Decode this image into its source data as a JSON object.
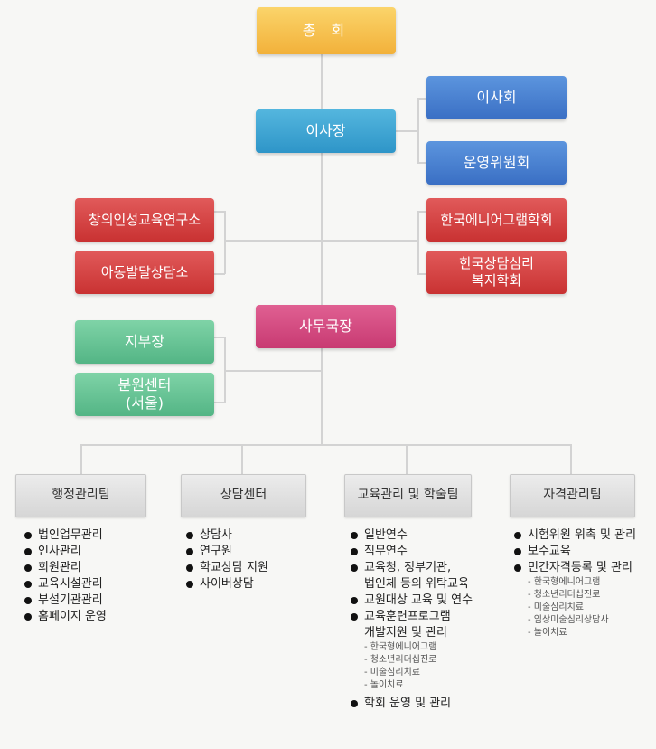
{
  "top": {
    "general_assembly": "총 회"
  },
  "chairman": "이사장",
  "board": {
    "directors": "이사회",
    "steering": "운영위원회"
  },
  "left_institutes": [
    "창의인성교육연구소",
    "아동발달상담소"
  ],
  "societies": {
    "enneagram": "한국에니어그램학회",
    "counseling_line1": "한국상담심리",
    "counseling_line2": "복지학회"
  },
  "secretary_general": "사무국장",
  "branches": {
    "branch": "지부장",
    "sub_line1": "분원센터",
    "sub_line2": "(서울)"
  },
  "teams": [
    {
      "name": "행정관리팀",
      "items": [
        {
          "type": "main",
          "text": "법인업무관리"
        },
        {
          "type": "main",
          "text": "인사관리"
        },
        {
          "type": "main",
          "text": "회원관리"
        },
        {
          "type": "main",
          "text": "교육시설관리"
        },
        {
          "type": "main",
          "text": "부설기관관리"
        },
        {
          "type": "main",
          "text": "홈페이지 운영"
        }
      ]
    },
    {
      "name": "상담센터",
      "items": [
        {
          "type": "main",
          "text": "상담사"
        },
        {
          "type": "main",
          "text": "연구원"
        },
        {
          "type": "main",
          "text": "학교상담 지원"
        },
        {
          "type": "main",
          "text": "사이버상담"
        }
      ]
    },
    {
      "name": "교육관리 및 학술팀",
      "items": [
        {
          "type": "main",
          "text": "일반연수"
        },
        {
          "type": "main",
          "text": "직무연수"
        },
        {
          "type": "main",
          "text": "교육청, 정부기관,",
          "text2": "법인체 등의 위탁교육"
        },
        {
          "type": "main",
          "text": "교원대상 교육 및 연수"
        },
        {
          "type": "main",
          "text": "교육훈련프로그램",
          "text2": "개발지원 및 관리"
        },
        {
          "type": "sub",
          "text": "- 한국형에니어그램"
        },
        {
          "type": "sub",
          "text": "- 청소년리더십진로"
        },
        {
          "type": "sub",
          "text": "- 미술심리치료"
        },
        {
          "type": "sub",
          "text": "- 놀이치료"
        },
        {
          "type": "main",
          "text": "학회 운영 및 관리"
        }
      ]
    },
    {
      "name": "자격관리팀",
      "items": [
        {
          "type": "main",
          "text": "시험위원 위촉 및 관리"
        },
        {
          "type": "main",
          "text": "보수교육"
        },
        {
          "type": "main",
          "text": "민간자격등록 및 관리"
        },
        {
          "type": "sub",
          "text": "- 한국형에니어그램"
        },
        {
          "type": "sub",
          "text": "- 청소년리더십진로"
        },
        {
          "type": "sub",
          "text": "- 미술심리치료"
        },
        {
          "type": "sub",
          "text": "- 임상미술심리상담사"
        },
        {
          "type": "sub",
          "text": "- 놀이치료"
        }
      ]
    }
  ]
}
